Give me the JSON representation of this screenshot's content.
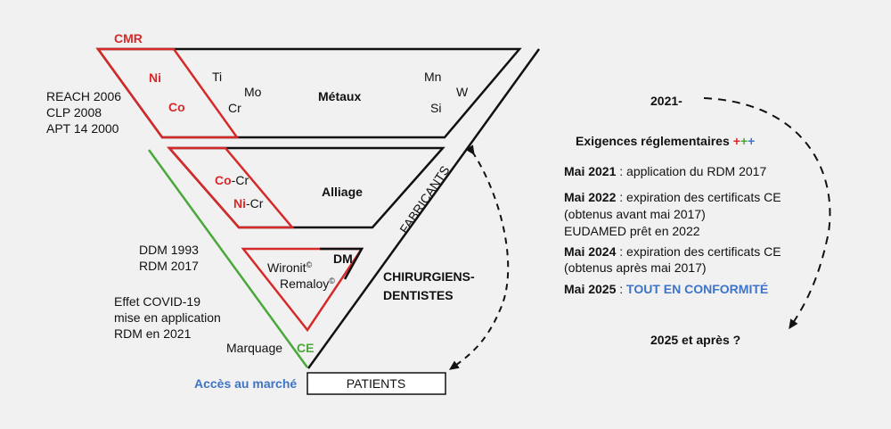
{
  "colors": {
    "red": "#d62a2a",
    "green": "#4aa83a",
    "blue": "#3e74c6",
    "black": "#111111",
    "background": "#f1f1f1"
  },
  "funnel": {
    "cmr": "CMR",
    "ni": "Ni",
    "co": "Co",
    "metals": [
      "Ti",
      "Mo",
      "Cr",
      "Mn",
      "W",
      "Si"
    ],
    "metaux": "Métaux",
    "coalloy_a": "Co",
    "coalloy_b": "-Cr",
    "nialloy_a": "Ni",
    "nialloy_b": "-Cr",
    "alliage": "Alliage",
    "dm": "DM",
    "wironit": "Wironit",
    "remaloy": "Remaloy",
    "copyright": "©",
    "fabricants": "FABRICANTS",
    "chirurgiens": "CHIRURGIENS-",
    "dentistes": "DENTISTES",
    "marquage": "Marquage",
    "ce": "CE",
    "acces": "Accès au marché",
    "patients": "PATIENTS"
  },
  "left_notes": {
    "reach": [
      "REACH 2006",
      "CLP 2008",
      "APT 14 2000"
    ],
    "ddm": [
      "DDM 1993",
      "RDM 2017"
    ],
    "covid": [
      "Effet COVID-19",
      "mise en application",
      "RDM en 2021"
    ]
  },
  "timeline": {
    "start": "2021-",
    "heading": "Exigences réglementaires",
    "pluses": [
      {
        "symbol": "+",
        "color": "#d62a2a"
      },
      {
        "symbol": "+",
        "color": "#4aa83a"
      },
      {
        "symbol": "+",
        "color": "#3e74c6"
      }
    ],
    "events": [
      {
        "date": "Mai 2021",
        "lines": [
          " : application du RDM 2017"
        ]
      },
      {
        "date": "Mai 2022",
        "lines": [
          " : expiration des certificats CE",
          "(obtenus avant mai 2017)",
          "EUDAMED prêt en 2022"
        ]
      },
      {
        "date": "Mai 2024",
        "lines": [
          " : expiration des certificats CE",
          "(obtenus après mai 2017)"
        ]
      },
      {
        "date": "Mai 2025",
        "lines": [
          " : "
        ],
        "highlight": "TOUT EN CONFORMITÉ"
      }
    ],
    "end": "2025 et après ?"
  }
}
